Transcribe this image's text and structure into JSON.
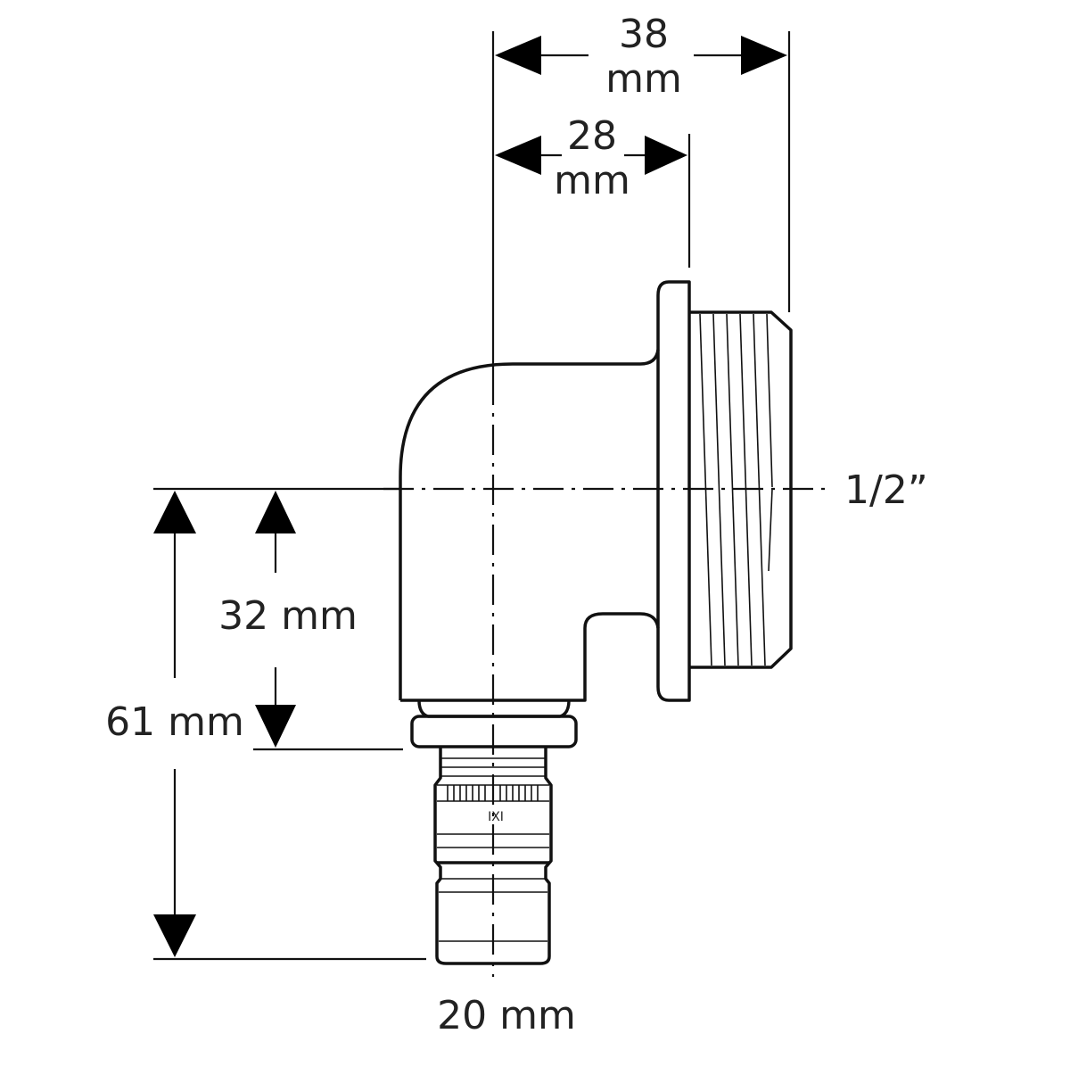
{
  "dimensions": {
    "outer_width": {
      "value": "38",
      "unit": "mm"
    },
    "inner_width": {
      "value": "28",
      "unit": "mm"
    },
    "thread": "1/2”",
    "offset_height": "32 mm",
    "total_height": "61 mm",
    "pipe_diameter": "20 mm"
  },
  "fitting_marking": "IXI"
}
